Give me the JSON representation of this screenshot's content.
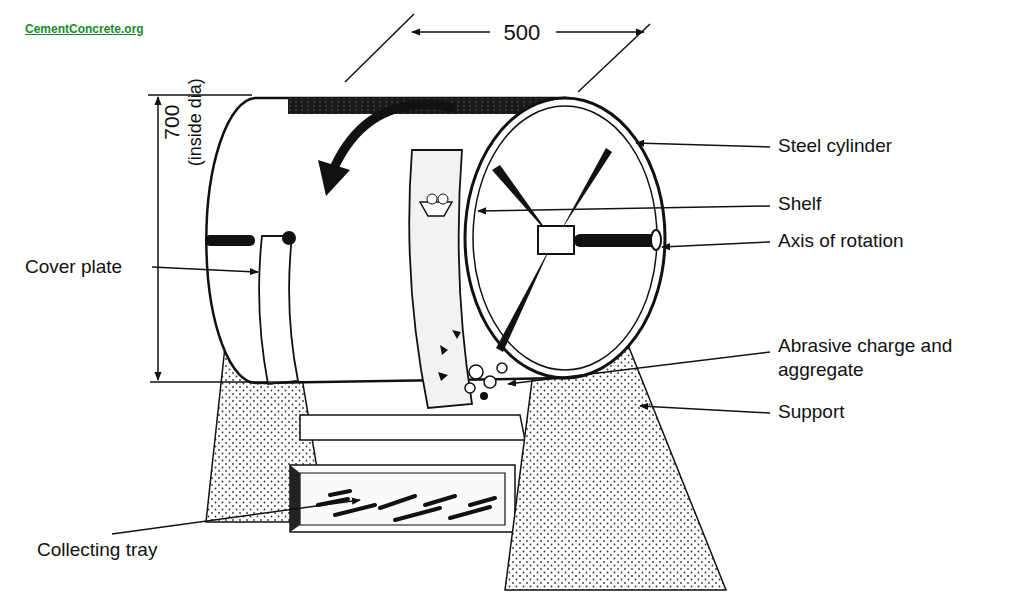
{
  "diagram": {
    "labels": [
      "CementConcrete.org",
      "500",
      "700",
      "(inside dia)",
      "Steel cylinder",
      "Shelf",
      "Axis of rotation",
      "Abrasive charge and aggregate",
      "Support",
      "Cover plate",
      "Collecting tray"
    ]
  }
}
